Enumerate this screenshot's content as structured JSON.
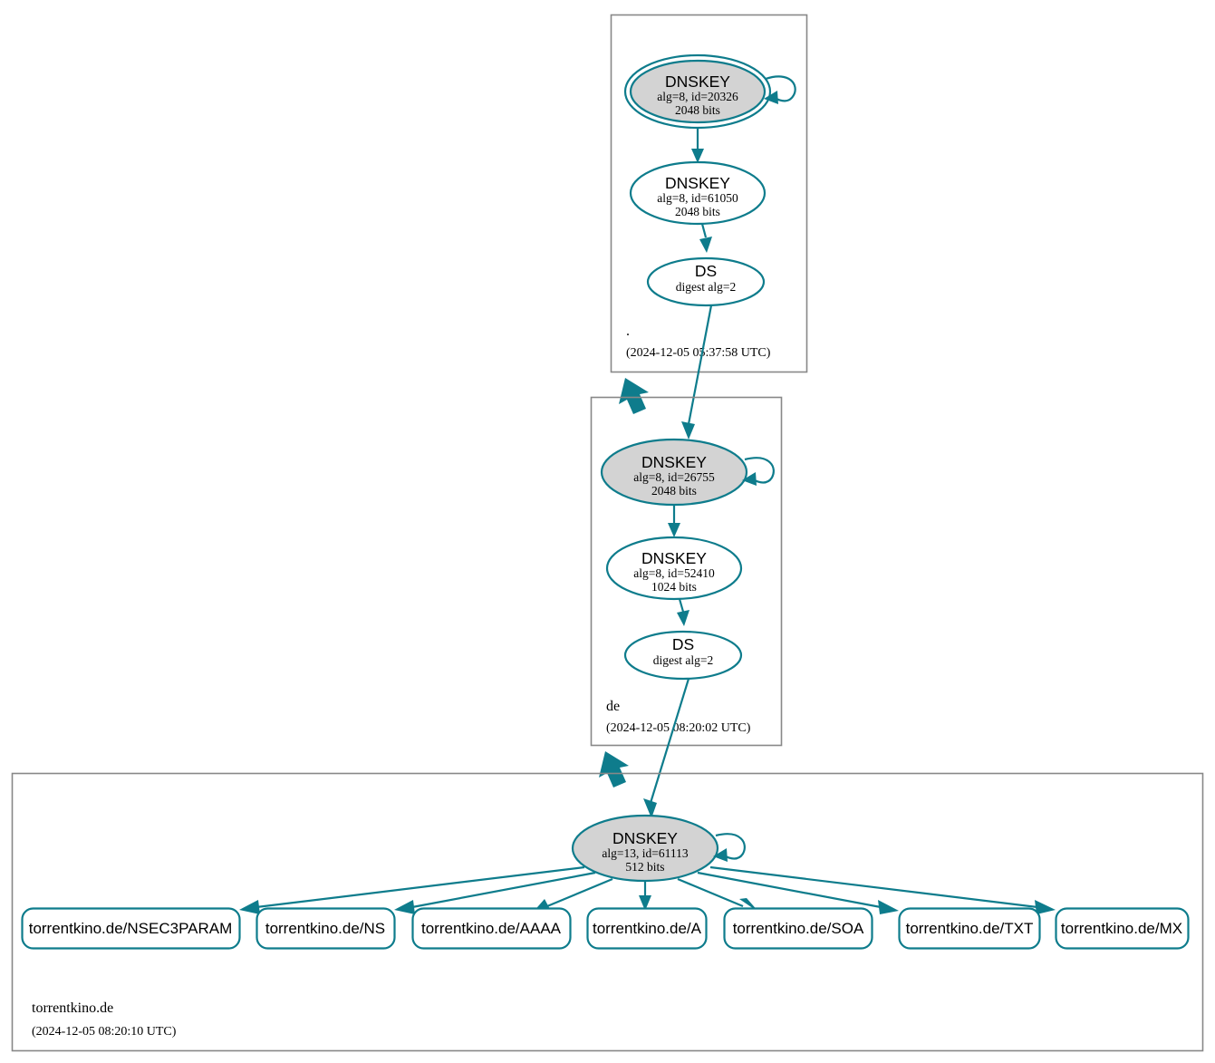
{
  "diagram": {
    "kind": "dnssec-authentication-chain",
    "colors": {
      "accent": "#0e7c8c",
      "zone_border": "#888888",
      "secure_key_fill": "#d3d3d3",
      "node_fill": "#ffffff",
      "background": "#ffffff",
      "text": "#000000"
    }
  },
  "zones": [
    {
      "id": "root",
      "name": ".",
      "timestamp": "(2024-12-05 05:37:58 UTC)",
      "nodes": [
        {
          "id": "root-ksk",
          "type": "DNSKEY",
          "title": "DNSKEY",
          "line2": "alg=8, id=20326",
          "line3": "2048 bits",
          "alg": 8,
          "key_id": 20326,
          "key_size": "2048 bits",
          "trust_anchor": true,
          "shape": "doublecircle",
          "fill": "#d3d3d3",
          "self_signed": true
        },
        {
          "id": "root-zsk",
          "type": "DNSKEY",
          "title": "DNSKEY",
          "line2": "alg=8, id=61050",
          "line3": "2048 bits",
          "alg": 8,
          "key_id": 61050,
          "key_size": "2048 bits",
          "trust_anchor": false,
          "shape": "ellipse",
          "fill": "#ffffff",
          "self_signed": false
        },
        {
          "id": "root-ds",
          "type": "DS",
          "title": "DS",
          "line2": "digest alg=2",
          "line3": "",
          "digest_alg": 2,
          "shape": "ellipse",
          "fill": "#ffffff",
          "self_signed": false
        }
      ]
    },
    {
      "id": "de",
      "name": "de",
      "timestamp": "(2024-12-05 08:20:02 UTC)",
      "nodes": [
        {
          "id": "de-ksk",
          "type": "DNSKEY",
          "title": "DNSKEY",
          "line2": "alg=8, id=26755",
          "line3": "2048 bits",
          "alg": 8,
          "key_id": 26755,
          "key_size": "2048 bits",
          "trust_anchor": false,
          "shape": "ellipse",
          "fill": "#d3d3d3",
          "self_signed": true
        },
        {
          "id": "de-zsk",
          "type": "DNSKEY",
          "title": "DNSKEY",
          "line2": "alg=8, id=52410",
          "line3": "1024 bits",
          "alg": 8,
          "key_id": 52410,
          "key_size": "1024 bits",
          "trust_anchor": false,
          "shape": "ellipse",
          "fill": "#ffffff",
          "self_signed": false
        },
        {
          "id": "de-ds",
          "type": "DS",
          "title": "DS",
          "line2": "digest alg=2",
          "line3": "",
          "digest_alg": 2,
          "shape": "ellipse",
          "fill": "#ffffff",
          "self_signed": false
        }
      ]
    },
    {
      "id": "torrentkino",
      "name": "torrentkino.de",
      "timestamp": "(2024-12-05 08:20:10 UTC)",
      "nodes": [
        {
          "id": "tk-key",
          "type": "DNSKEY",
          "title": "DNSKEY",
          "line2": "alg=13, id=61113",
          "line3": "512 bits",
          "alg": 13,
          "key_id": 61113,
          "key_size": "512 bits",
          "trust_anchor": false,
          "shape": "ellipse",
          "fill": "#d3d3d3",
          "self_signed": true
        }
      ],
      "rrsets": [
        {
          "id": "rr-nsec3param",
          "label": "torrentkino.de/NSEC3PARAM"
        },
        {
          "id": "rr-ns",
          "label": "torrentkino.de/NS"
        },
        {
          "id": "rr-aaaa",
          "label": "torrentkino.de/AAAA"
        },
        {
          "id": "rr-a",
          "label": "torrentkino.de/A"
        },
        {
          "id": "rr-soa",
          "label": "torrentkino.de/SOA"
        },
        {
          "id": "rr-txt",
          "label": "torrentkino.de/TXT"
        },
        {
          "id": "rr-mx",
          "label": "torrentkino.de/MX"
        }
      ]
    }
  ]
}
